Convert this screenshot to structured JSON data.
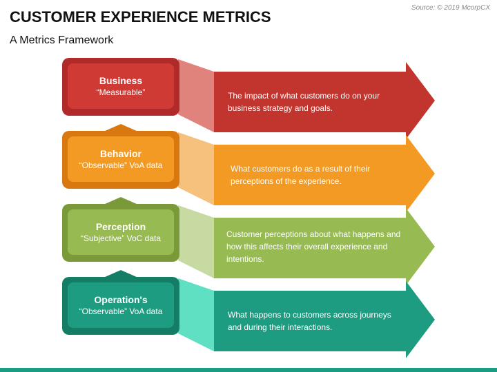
{
  "header": {
    "title": "CUSTOMER EXPERIENCE METRICS",
    "subtitle": "A Metrics Framework",
    "source": "Source: © 2019 McorpCX"
  },
  "levels": [
    {
      "name": "Business",
      "tag": "“Measurable”",
      "description": "The impact of what customers do on your business strategy and goals.",
      "colors": {
        "frame": "#b02a2a",
        "inner": "#cf3a35",
        "connector": "#e0837c",
        "arrow": "#c2352f"
      }
    },
    {
      "name": "Behavior",
      "tag": "“Observable” VoA data",
      "description": "What customers do as a result of their perceptions of the experience.",
      "colors": {
        "frame": "#d9780f",
        "inner": "#f29a23",
        "connector": "#f6c17d",
        "arrow": "#f29a23"
      }
    },
    {
      "name": "Perception",
      "tag": "“Subjective” VoC data",
      "description": "Customer perceptions about what happens and how this affects their overall experience and intentions.",
      "colors": {
        "frame": "#7a9a3a",
        "inner": "#97ba52",
        "connector": "#c6daa2",
        "arrow": "#97ba52"
      }
    },
    {
      "name": "Operation's",
      "tag": "“Observable” VoA data",
      "description": "What happens to customers across journeys and during their interactions.",
      "colors": {
        "frame": "#157d66",
        "inner": "#1e9c81",
        "connector": "#5fe0c3",
        "arrow": "#1e9c81"
      }
    }
  ]
}
